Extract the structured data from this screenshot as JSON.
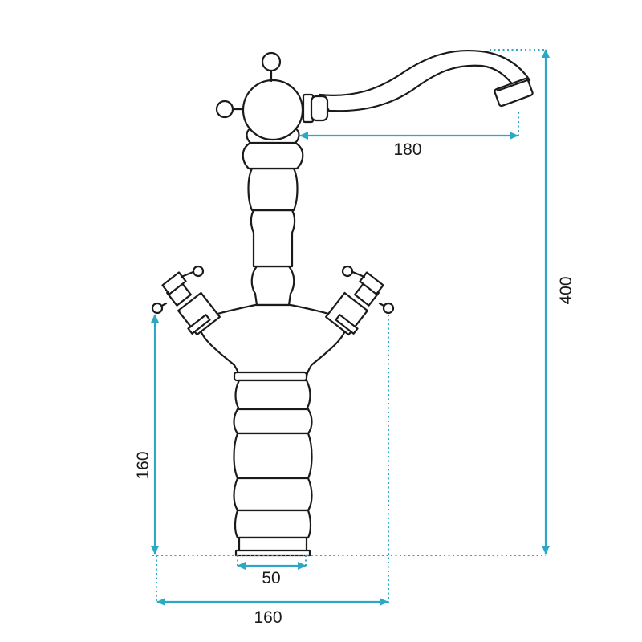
{
  "dimensions": {
    "spout_reach": "180",
    "total_height": "400",
    "body_height": "160",
    "base_diameter": "50",
    "handle_span": "160"
  },
  "colors": {
    "outline": "#1a1a1a",
    "dimension": "#2aa8c4",
    "background": "#ffffff"
  }
}
